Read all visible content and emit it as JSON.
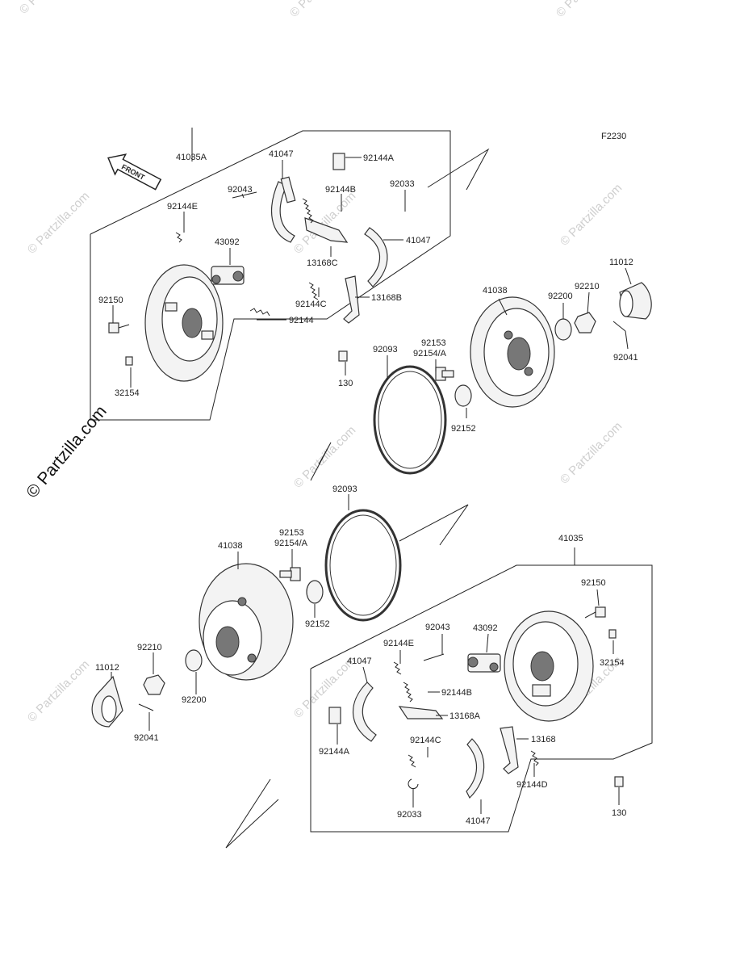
{
  "figure_code": "F2230",
  "front_label": "FRONT",
  "watermark_main": "© Partzilla.com",
  "watermark_small": "© Partzilla.com",
  "labels": {
    "l41035A": "41035A",
    "l41047a": "41047",
    "l92144Aa": "92144A",
    "l92043a": "92043",
    "l92144Ba": "92144B",
    "l92033a": "92033",
    "l92144Ea": "92144E",
    "l43092a": "43092",
    "l13168C": "13168C",
    "l41047b": "41047",
    "l92150a": "92150",
    "l92144Ca": "92144C",
    "l13168B": "13168B",
    "l92144a": "92144",
    "l32154a": "32154",
    "l130a": "130",
    "l92093a": "92093",
    "l92153a": "92153",
    "l92154Aa": "92154/A",
    "l92152a": "92152",
    "l41038a": "41038",
    "l92200a": "92200",
    "l92210a": "92210",
    "l11012a": "11012",
    "l92041a": "92041",
    "l92093b": "92093",
    "l92153b": "92153",
    "l92154Ab": "92154/A",
    "l41038b": "41038",
    "l92152b": "92152",
    "l41035": "41035",
    "l92150b": "92150",
    "l92043b": "92043",
    "l43092b": "43092",
    "l92144Eb": "92144E",
    "l32154b": "32154",
    "l92210b": "92210",
    "l41047c": "41047",
    "l92144Bb": "92144B",
    "l11012b": "11012",
    "l13168A": "13168A",
    "l92200b": "92200",
    "l92144Ab": "92144A",
    "l92144Cb": "92144C",
    "l13168": "13168",
    "l92041b": "92041",
    "l92144D": "92144D",
    "l92033b": "92033",
    "l41047d": "41047",
    "l130b": "130"
  }
}
